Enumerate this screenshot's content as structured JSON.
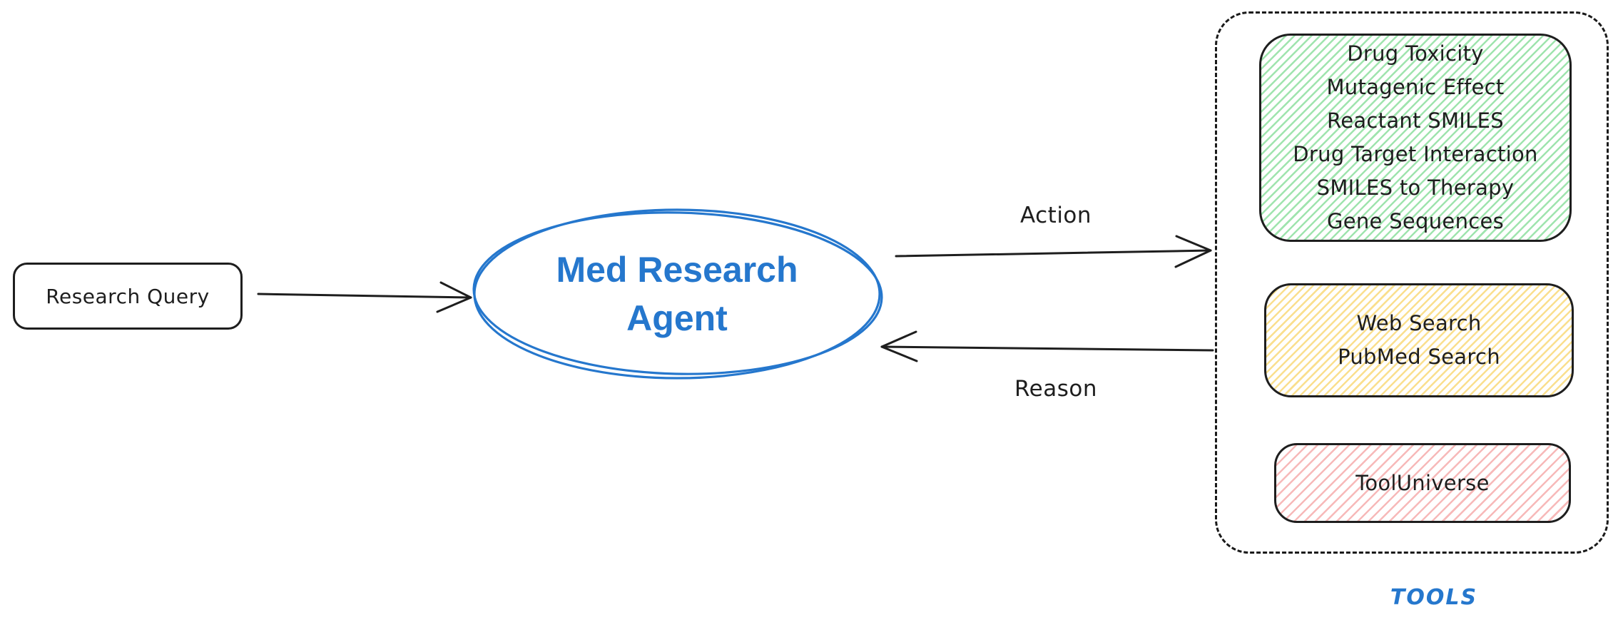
{
  "colors": {
    "accent_blue": "#2577cd",
    "ink": "#1e1e1e",
    "green_hatch": "#9fe4ae",
    "yellow_hatch": "#fadf8e",
    "pink_hatch": "#f7b9b9"
  },
  "query_box": {
    "label": "Research Query"
  },
  "agent": {
    "line1": "Med Research",
    "line2": "Agent"
  },
  "flow": {
    "action_label": "Action",
    "reason_label": "Reason"
  },
  "tools": {
    "group_label": "TOOLS",
    "model_tools": {
      "items": [
        "Drug Toxicity",
        "Mutagenic Effect",
        "Reactant SMILES",
        "Drug Target Interaction",
        "SMILES to Therapy",
        "Gene Sequences"
      ]
    },
    "search_tools": {
      "items": [
        "Web Search",
        "PubMed Search"
      ]
    },
    "universe_tools": {
      "items": [
        "ToolUniverse"
      ]
    }
  }
}
